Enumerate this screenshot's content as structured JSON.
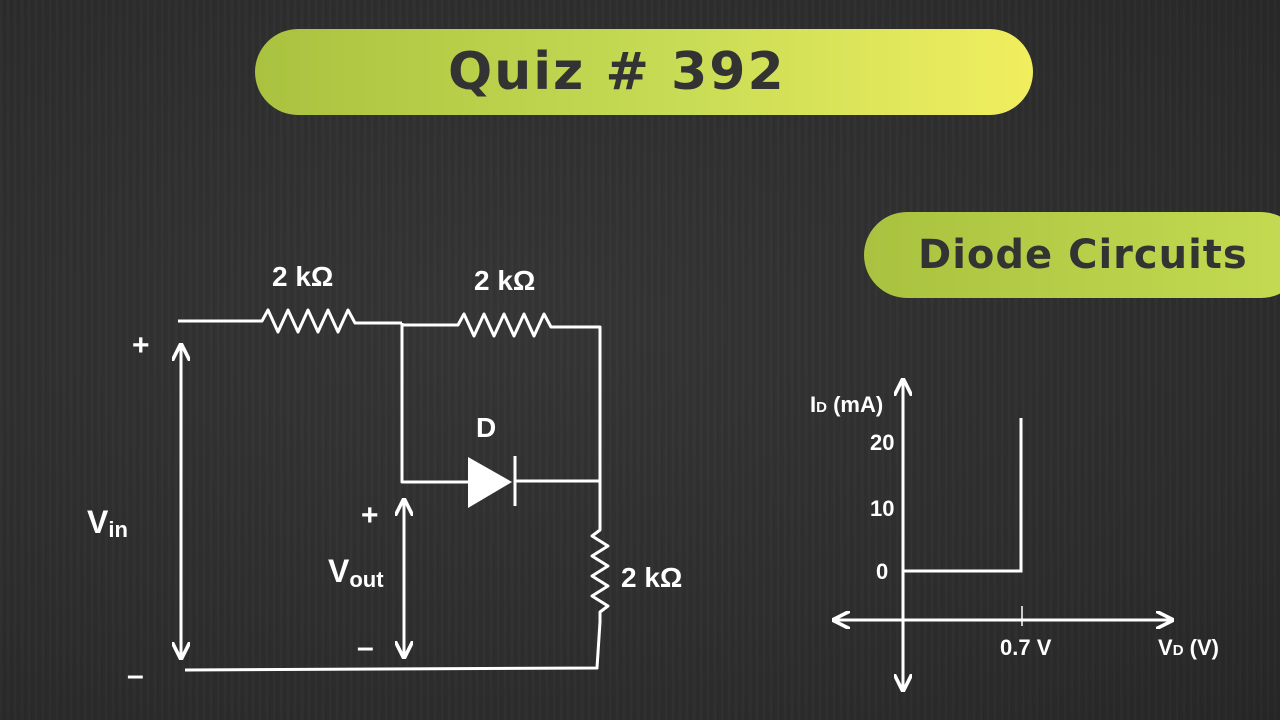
{
  "header": {
    "title": "Quiz # 392"
  },
  "topic": {
    "label": "Diode Circuits"
  },
  "circuit": {
    "resistor_top_left": "2 kΩ",
    "resistor_top_right": "2 kΩ",
    "resistor_right": "2 kΩ",
    "diode_label": "D",
    "vin_main": "V",
    "vin_sub": "in",
    "vout_main": "V",
    "vout_sub": "out",
    "plus": "+",
    "minus": "–"
  },
  "graph": {
    "y_axis_main": "I",
    "y_axis_sub": "D",
    "y_axis_unit": " (mA)",
    "x_axis_main": "V",
    "x_axis_sub": "D",
    "x_axis_unit": " (V)",
    "tick_20": "20",
    "tick_10": "10",
    "tick_0": "0",
    "tick_07": "0.7 V"
  }
}
